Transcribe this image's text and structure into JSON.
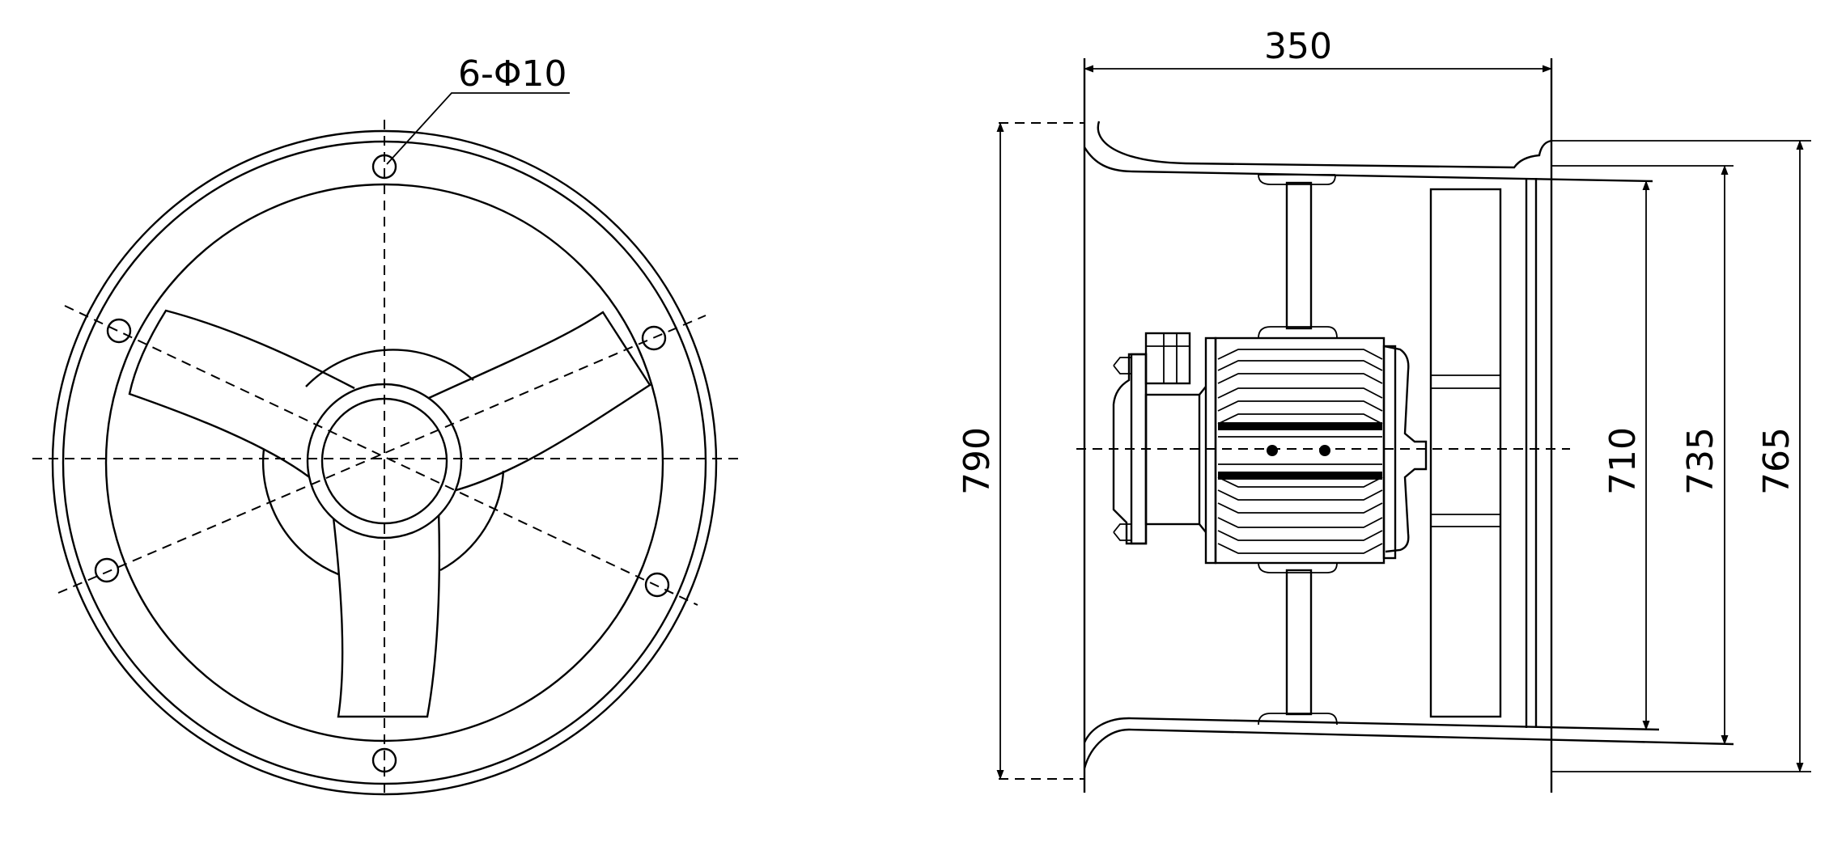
{
  "front_view": {
    "hole_callout": "6-Φ10"
  },
  "side_view": {
    "dimensions": {
      "length": "350",
      "inlet_flange_diameter": "790",
      "impeller_diameter": "710",
      "casing_diameter": "735",
      "outlet_flange_diameter": "765"
    }
  },
  "colors": {
    "line": "#000000",
    "background": "#ffffff"
  }
}
